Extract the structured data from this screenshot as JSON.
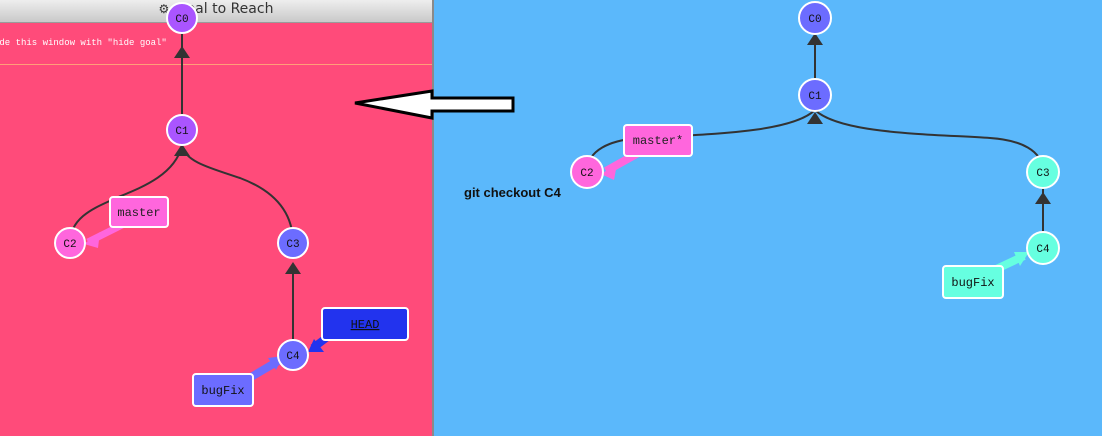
{
  "goal_window": {
    "title": "Goal to Reach",
    "gear_icon": "gear-icon",
    "hint": "ide this window with \"hide goal\""
  },
  "command_caption": "git checkout C4",
  "colors": {
    "goal_background": "#ff4b7a",
    "main_background": "#5bb8fb",
    "master": "#ff66dd",
    "bugfix_goal": "#6c6cff",
    "bugfix_main": "#66ffe0",
    "head": "#2233ee",
    "base": "#aa55ff"
  },
  "goal_tree": {
    "commits": [
      {
        "id": "C0"
      },
      {
        "id": "C1"
      },
      {
        "id": "C2"
      },
      {
        "id": "C3"
      },
      {
        "id": "C4"
      }
    ],
    "branches": [
      {
        "name": "master"
      },
      {
        "name": "bugFix"
      },
      {
        "name": "HEAD"
      }
    ]
  },
  "main_tree": {
    "commits": [
      {
        "id": "C0"
      },
      {
        "id": "C1"
      },
      {
        "id": "C2"
      },
      {
        "id": "C3"
      },
      {
        "id": "C4"
      }
    ],
    "branches": [
      {
        "name": "master*"
      },
      {
        "name": "bugFix"
      }
    ]
  }
}
